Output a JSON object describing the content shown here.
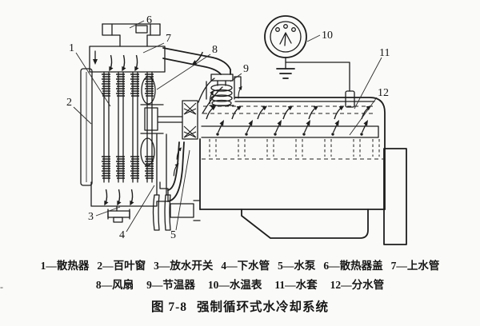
{
  "figure": {
    "caption": {
      "fig_no": "图 7-8",
      "title": "强制循环式水冷却系统"
    },
    "legend": {
      "row1": [
        "1—散热器",
        "2—百叶窗",
        "3—放水开关",
        "4—下水管",
        "5—水泵",
        "6—散热器盖",
        "7—上水管"
      ],
      "row2": [
        "8—风扇",
        "9—节温器",
        "10—水温表",
        "11—水套",
        "12—分水管"
      ]
    },
    "diagram": {
      "numbers": [
        "1",
        "2",
        "3",
        "4",
        "5",
        "6",
        "7",
        "8",
        "9",
        "10",
        "11",
        "12"
      ],
      "parts": {
        "1": "散热器",
        "2": "百叶窗",
        "3": "放水开关",
        "4": "下水管",
        "5": "水泵",
        "6": "散热器盖",
        "7": "上水管",
        "8": "风扇",
        "9": "节温器",
        "10": "水温表",
        "11": "水套",
        "12": "分水管"
      }
    },
    "colors": {
      "ink": "#1d1d1d",
      "paper": "#fafaf8"
    },
    "artifact": "-"
  }
}
